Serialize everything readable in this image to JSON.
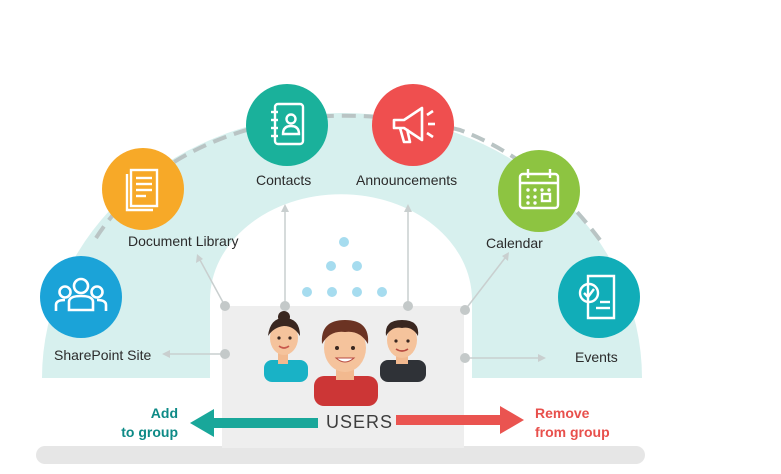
{
  "items": {
    "sharepoint_site": "SharePoint Site",
    "document_library": "Document Library",
    "contacts": "Contacts",
    "announcements": "Announcements",
    "calendar": "Calendar",
    "events": "Events"
  },
  "center": {
    "users": "USERS"
  },
  "actions": {
    "add_line1": "Add",
    "add_line2": "to group",
    "remove_line1": "Remove",
    "remove_line2": "from group"
  },
  "colors": {
    "arc_fill": "#d7f0ee",
    "sharepoint": "#1ba3d8",
    "document_library": "#f7a928",
    "contacts": "#1ab19b",
    "announcements": "#ef4f4f",
    "calendar": "#8dc441",
    "events": "#11adb8",
    "add": "#0d8a86",
    "remove": "#e8504c"
  },
  "icons": {
    "sharepoint": "people-group-icon",
    "document_library": "document-icon",
    "contacts": "address-book-icon",
    "announcements": "megaphone-icon",
    "calendar": "calendar-icon",
    "events": "checklist-icon"
  }
}
